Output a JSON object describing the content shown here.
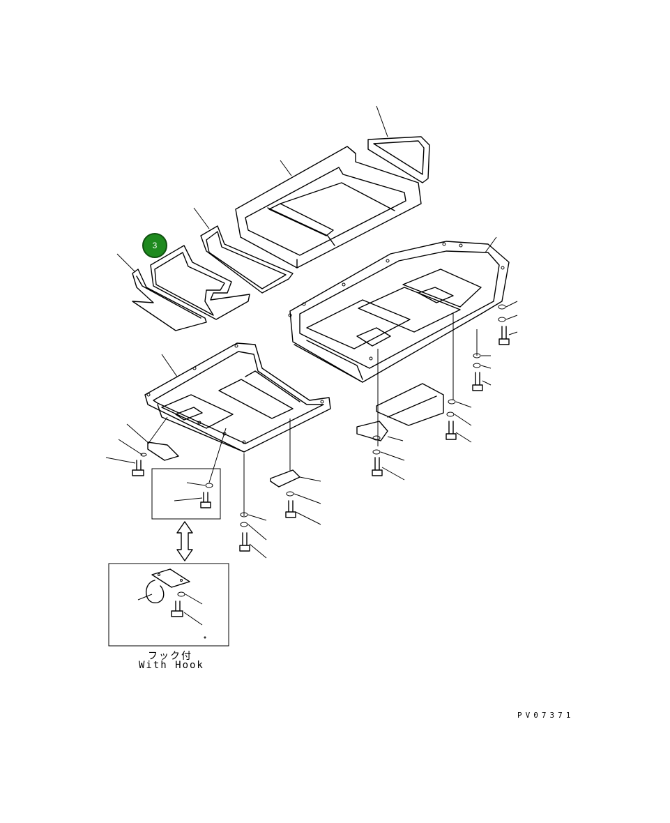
{
  "diagram": {
    "callout_number": "3",
    "hook_label_jp": "フック付",
    "hook_label_en": "With Hook",
    "drawing_code": "PV07371",
    "colors": {
      "callout_fill": "#1e8a1e",
      "line": "#000000",
      "background": "#ffffff"
    }
  }
}
